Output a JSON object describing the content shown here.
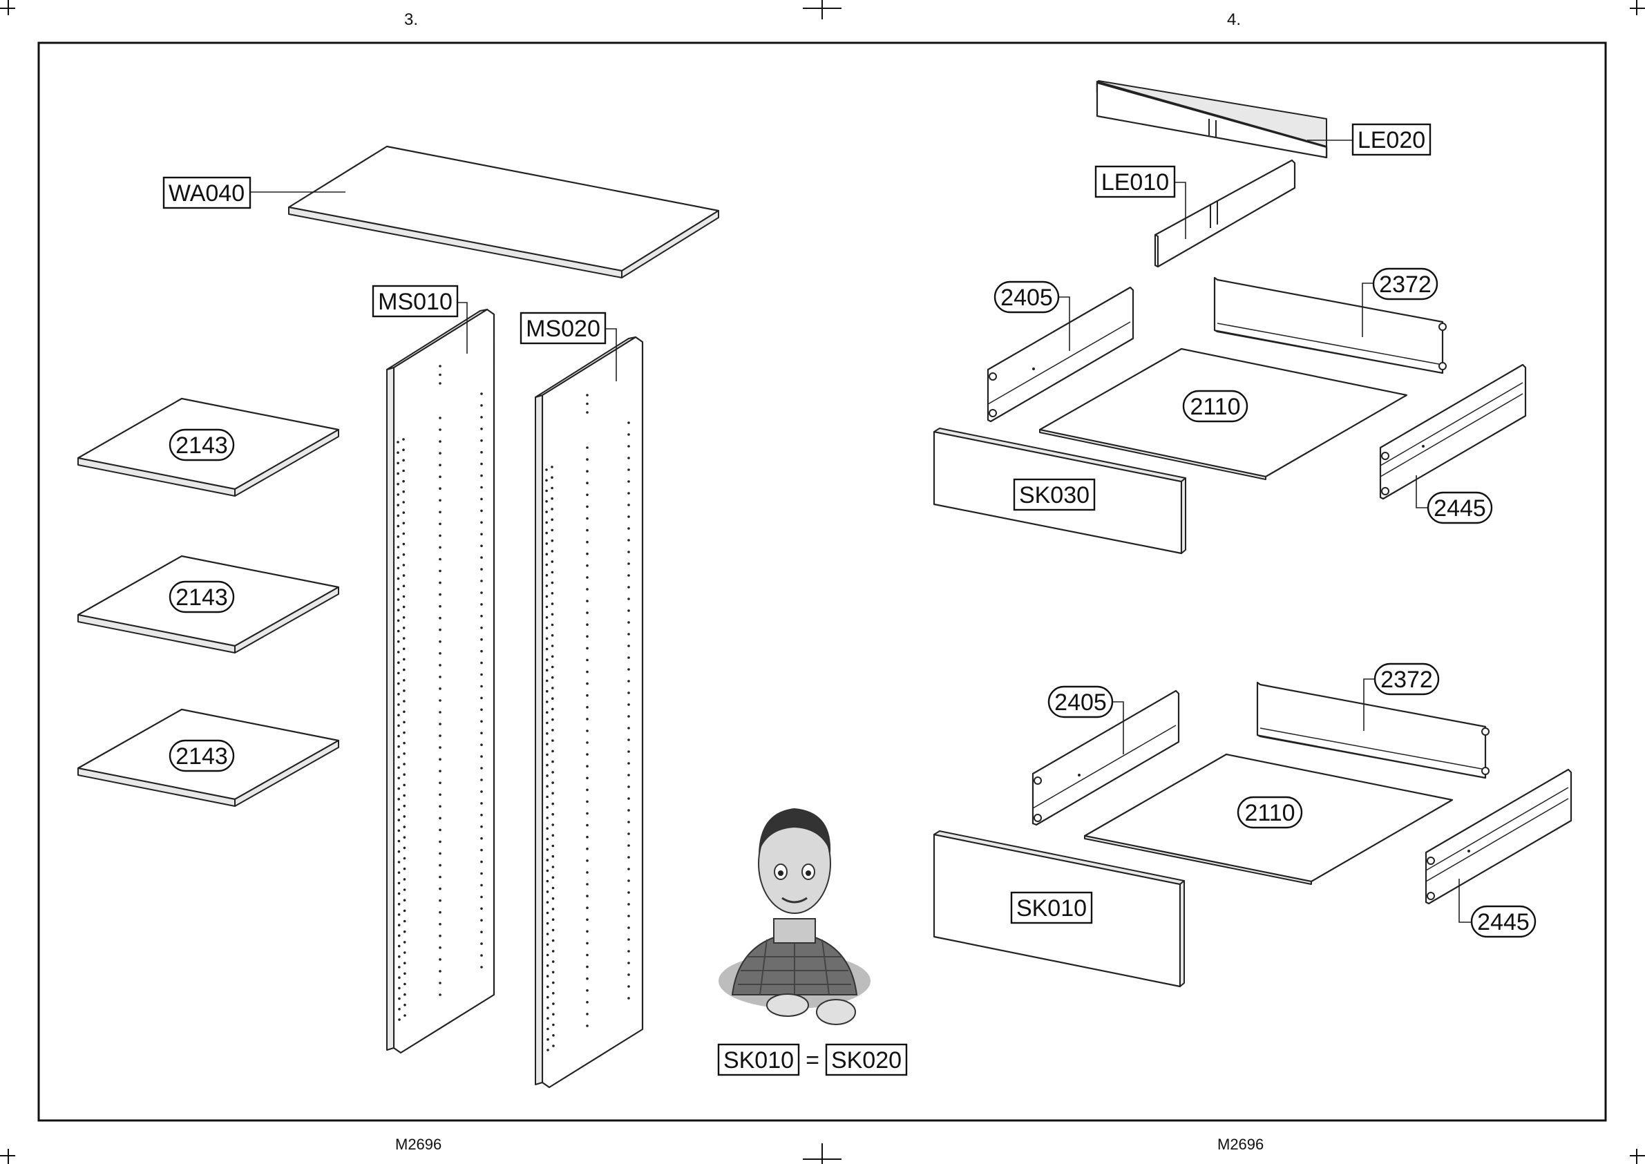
{
  "page": {
    "step_left": "3.",
    "step_right": "4.",
    "footer_left": "M2696",
    "footer_right": "M2696"
  },
  "step3": {
    "top_panel": "WA040",
    "side_panel_left": "MS010",
    "side_panel_right": "MS020",
    "shelves": [
      "2143",
      "2143",
      "2143"
    ]
  },
  "step4": {
    "rails": {
      "rear": "LE020",
      "front": "LE010"
    },
    "drawer_upper": {
      "left_side": "2405",
      "back": "2372",
      "bottom": "2110",
      "right_side": "2445",
      "front": "SK030"
    },
    "drawer_lower": {
      "left_side": "2405",
      "back": "2372",
      "bottom": "2110",
      "right_side": "2445",
      "front": "SK010"
    }
  },
  "equivalence": {
    "left": "SK010",
    "symbol": "=",
    "right": "SK020"
  }
}
